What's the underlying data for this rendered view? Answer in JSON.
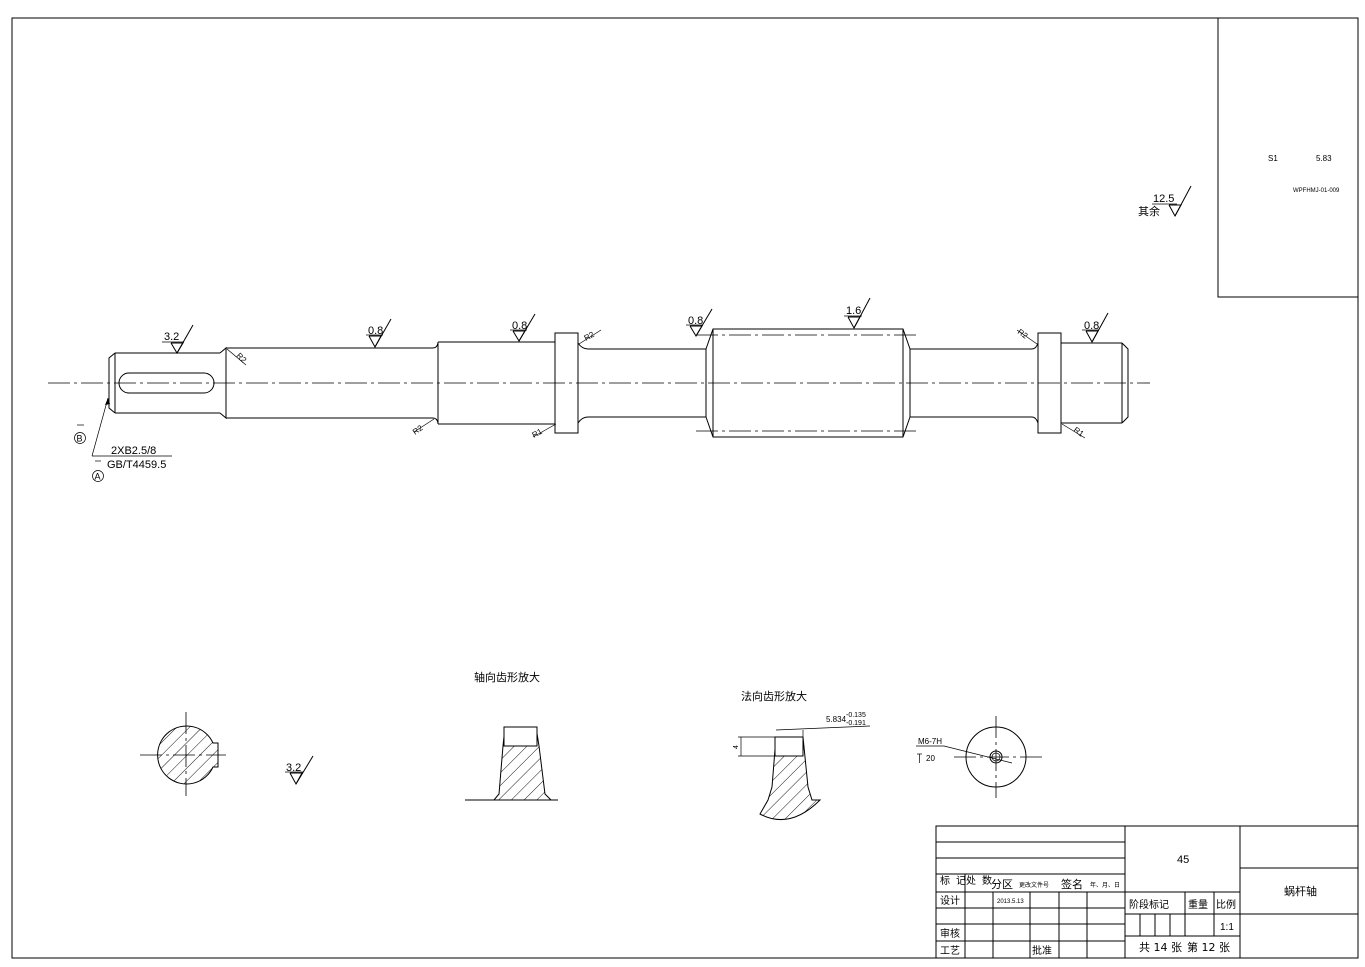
{
  "roughness": {
    "general_value": "12.5",
    "general_note": "其余",
    "left_journal": "3.2",
    "shaft_1": "0.8",
    "shaft_2": "0.8",
    "shaft_3": "0.8",
    "worm": "1.6",
    "right_journal": "0.8",
    "keyway_section": "3.2"
  },
  "fillets": {
    "r2_a": "R2",
    "r2_b": "R2",
    "r2_c": "R2",
    "r2_d": "R2",
    "r1_a": "R1",
    "r1_b": "R1"
  },
  "center_holes": {
    "datum_b": "B",
    "datum_a": "A",
    "spec": "2XB2.5/8",
    "standard": "GB/T4459.5"
  },
  "details": {
    "axial_profile_title": "轴向齿形放大",
    "normal_profile_title": "法向齿形放大",
    "tooth_height": "4",
    "thickness_base": "5.834",
    "thickness_upper": "-0.135",
    "thickness_lower": "-0.191",
    "thread_spec": "M6-7H",
    "thread_depth": "20"
  },
  "corner_box": {
    "s_label": "S1",
    "s_value": "5.83",
    "drawing_code": "WPFHMJ-01-009"
  },
  "title_block": {
    "mark": "标记",
    "count": "处数",
    "zone": "分区",
    "change_doc": "更改文件号",
    "signature": "签名",
    "date_label": "年、月、日",
    "design": "设计",
    "design_date": "2013.5.13",
    "review": "审核",
    "process": "工艺",
    "approve": "批准",
    "material": "45",
    "stage_mark": "阶段标记",
    "weight": "重量",
    "scale": "比例",
    "scale_value": "1:1",
    "part_name": "蜗杆轴",
    "sheets_total": "共 14 张",
    "sheet_no": "第 12 张"
  }
}
